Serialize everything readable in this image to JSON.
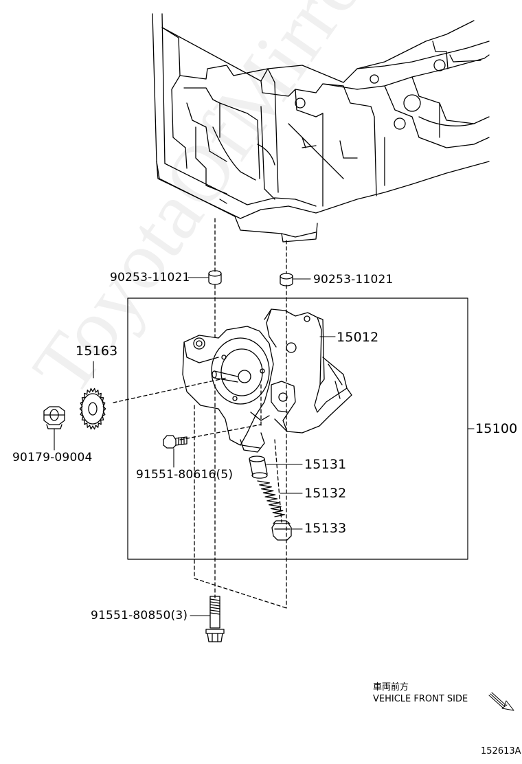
{
  "parts": {
    "cushion_left": "90253-11021",
    "cushion_right": "90253-11021",
    "pump_body": "15012",
    "sprocket": "15163",
    "nut": "90179-09004",
    "bolt_small": "91551-80616(5)",
    "relief_valve": "15131",
    "spring": "15132",
    "plug": "15133",
    "assembly": "15100",
    "bolt_long": "91551-80850(3)"
  },
  "legend": {
    "front_jp": "車両前方",
    "front_en": "VEHICLE FRONT SIDE"
  },
  "figure_id": "152613A",
  "watermark": "ToyotaOfMirror.ru",
  "icons": {
    "direction_arrow": "arrow-down-right-icon"
  },
  "colors": {
    "line": "#000000",
    "background": "#ffffff"
  }
}
